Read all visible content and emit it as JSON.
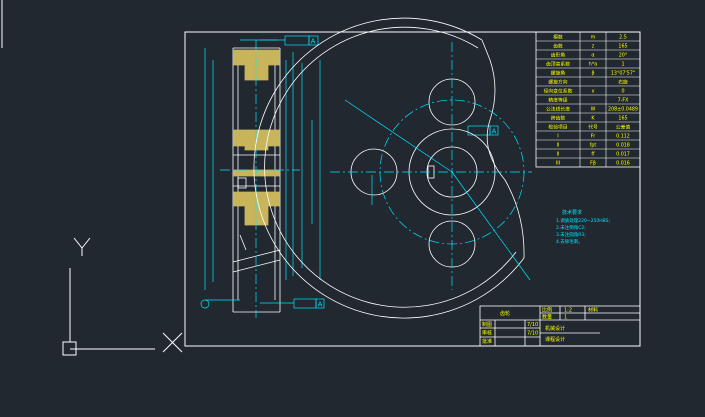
{
  "colors": {
    "background": "#212830",
    "frame": "#ffffff",
    "drawing": "#ffffff",
    "dimension": "#00e5ff",
    "hatch": "#c8b45a",
    "table_text": "#ffff00",
    "ucs": "#ffffff"
  },
  "ucs": {
    "x_label": "X",
    "y_label": "Y"
  },
  "datum_labels": [
    "A",
    "A",
    "A"
  ],
  "param_table": {
    "rows": [
      [
        "模数",
        "m",
        "2.5"
      ],
      [
        "齿数",
        "z",
        "165"
      ],
      [
        "齿形角",
        "α",
        "20°"
      ],
      [
        "齿顶高系数",
        "h*a",
        "1"
      ],
      [
        "螺旋角",
        "β",
        "13°07'57\""
      ],
      [
        "螺旋方向",
        "",
        "右旋"
      ],
      [
        "径向变位系数",
        "x",
        "0"
      ],
      [
        "精度等级",
        "",
        "7-FX"
      ],
      [
        "公法线长度",
        "W",
        "208±0.0489"
      ],
      [
        "跨齿数",
        "K",
        "165"
      ],
      [
        "检验项目",
        "代号",
        "公差值"
      ],
      [
        "I",
        "Fr",
        "0.112"
      ],
      [
        "II",
        "fpt",
        "0.018"
      ],
      [
        "II",
        "ff",
        "0.017"
      ],
      [
        "III",
        "Fβ",
        "0.016"
      ]
    ]
  },
  "notes": {
    "title": "技术要求",
    "lines": [
      "1.调质处理220~250HBS;",
      "2.未注倒角C2;",
      "3.未注圆角R3;",
      "4.去除毛刺。"
    ]
  },
  "title_block": {
    "part_name": "齿轮",
    "scale_label": "比例",
    "scale_value": "1:2",
    "material_label": "材料",
    "qty_label": "数量",
    "qty_value": "1",
    "drawn_label": "制图",
    "checked_label": "审核",
    "approved_label": "批准",
    "school_line1": "机械设计",
    "school_line2": "课程设计",
    "date1": "7/10",
    "date2": "7/10"
  }
}
